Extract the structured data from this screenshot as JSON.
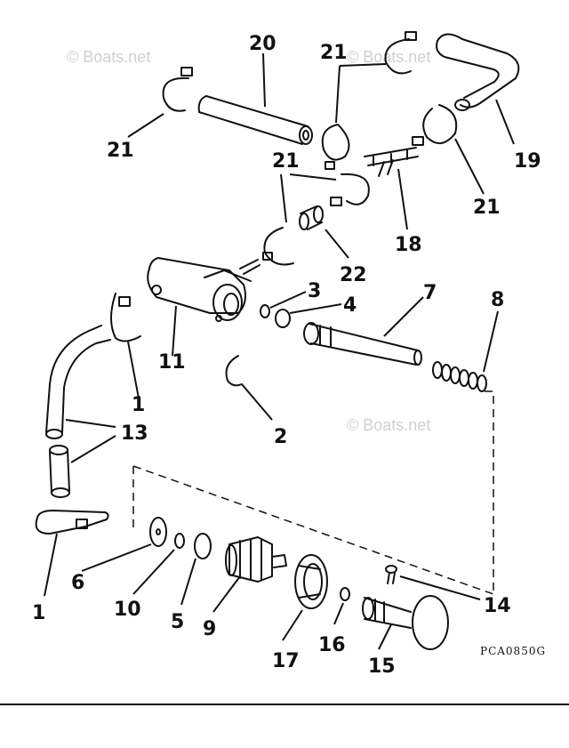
{
  "watermark": "© Boats.net",
  "diagram_code": "PCA0850G",
  "callouts": {
    "c1a": "1",
    "c1b": "1",
    "c2": "2",
    "c3": "3",
    "c4": "4",
    "c5": "5",
    "c6": "6",
    "c7": "7",
    "c8": "8",
    "c9": "9",
    "c10": "10",
    "c11": "11",
    "c13": "13",
    "c14": "14",
    "c15": "15",
    "c16": "16",
    "c17": "17",
    "c18": "18",
    "c19": "19",
    "c20": "20",
    "c21a": "21",
    "c21b": "21",
    "c21c": "21",
    "c21d": "21",
    "c22": "22"
  }
}
